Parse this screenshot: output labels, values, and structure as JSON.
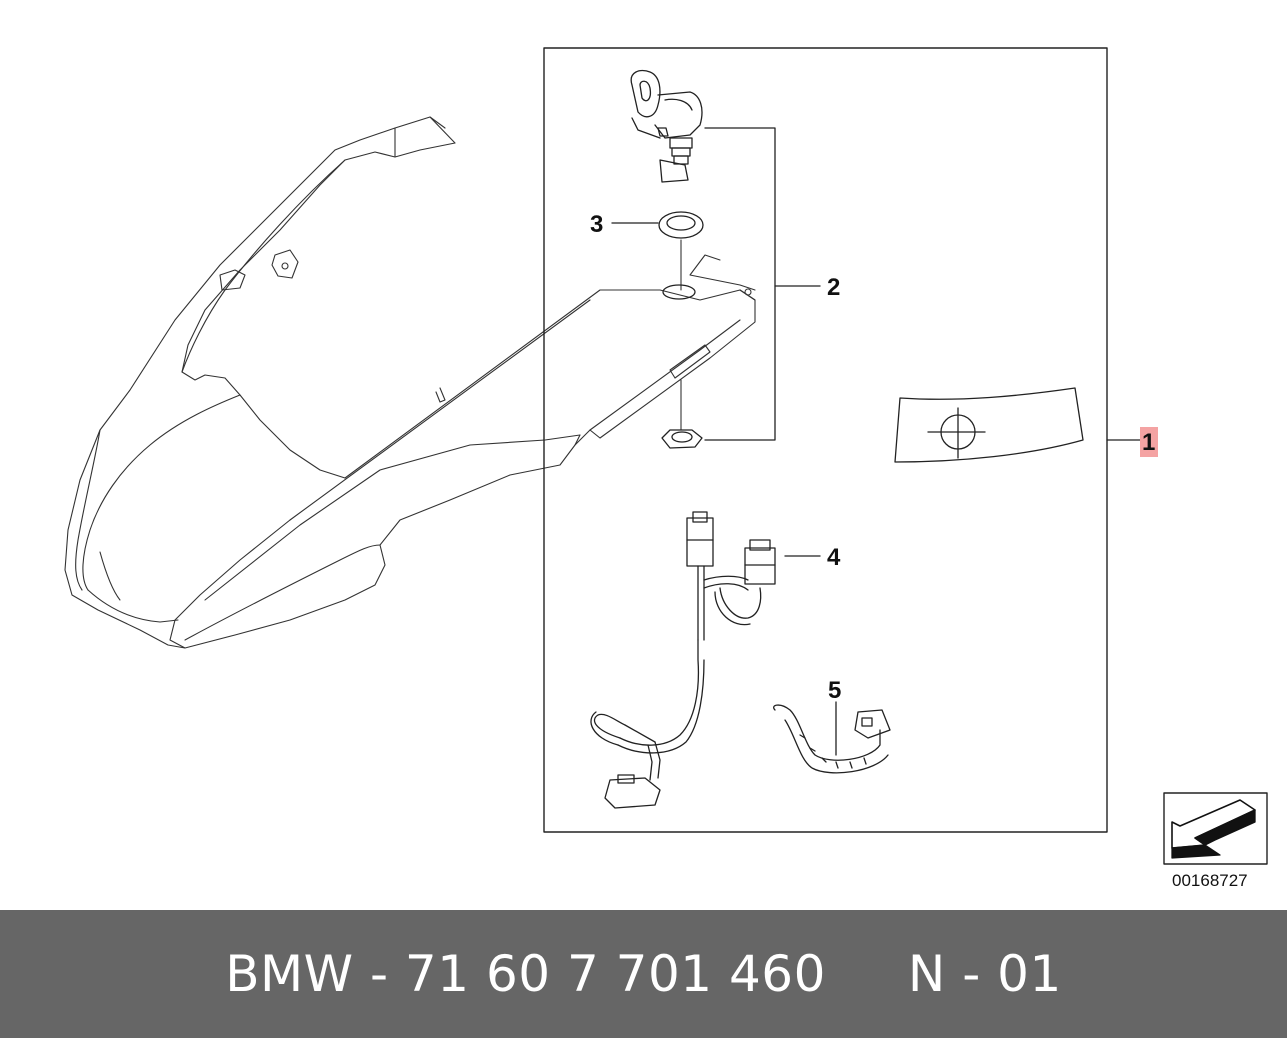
{
  "diagram": {
    "callouts": [
      {
        "id": "1",
        "label": "1",
        "highlight_color": "#f4a3a3"
      },
      {
        "id": "2",
        "label": "2"
      },
      {
        "id": "3",
        "label": "3"
      },
      {
        "id": "4",
        "label": "4"
      },
      {
        "id": "5",
        "label": "5"
      }
    ],
    "reference_number": "00168727",
    "icons": [
      "arrow-icon"
    ]
  },
  "footer": {
    "part_label": "BMW - 71 60 7 701 460     N - 01",
    "background_color": "#666666",
    "text_color": "#ffffff"
  }
}
